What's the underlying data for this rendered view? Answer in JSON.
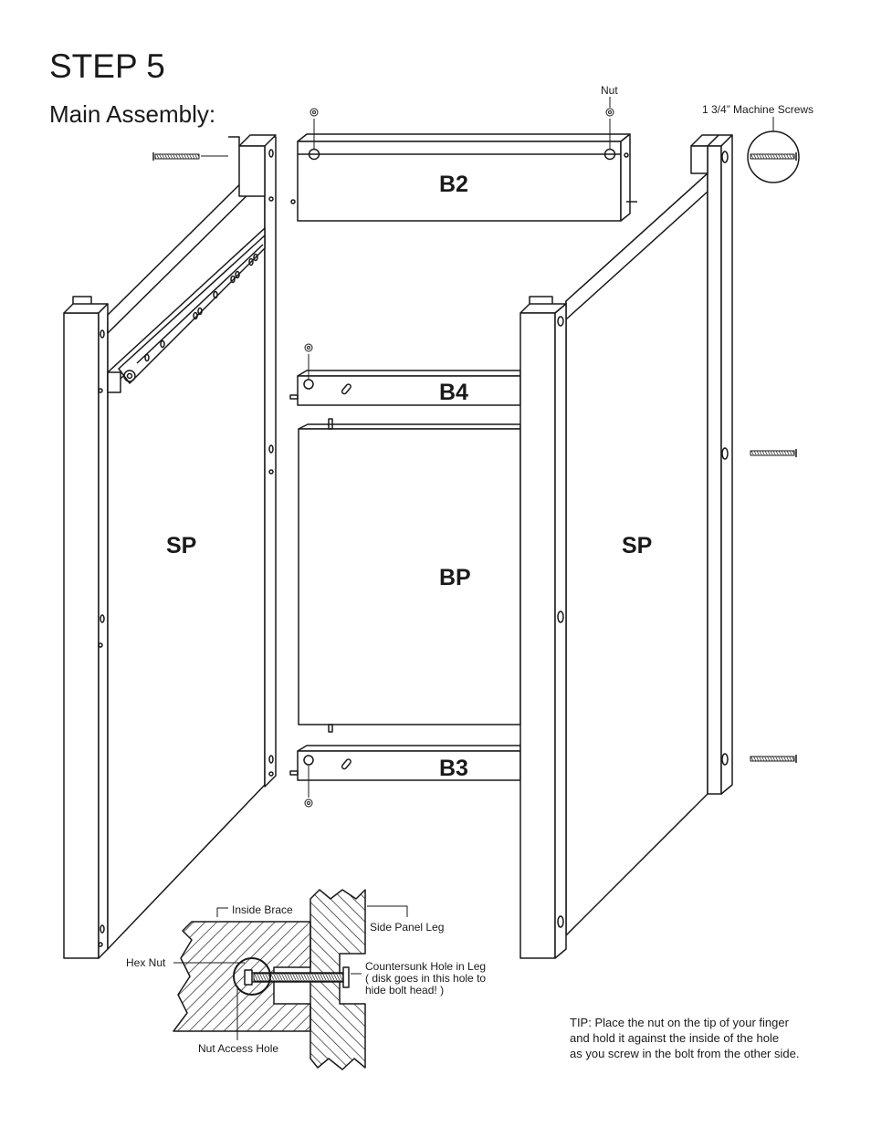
{
  "header": {
    "step": "STEP 5",
    "section": "Main Assembly:"
  },
  "parts": {
    "b2": "B2",
    "b4": "B4",
    "bp": "BP",
    "b3": "B3",
    "sp_left": "SP",
    "sp_right": "SP"
  },
  "labels": {
    "nut": "Nut",
    "machine_screws": "1 3/4” Machine Screws",
    "inside_brace": "Inside Brace",
    "side_panel_leg": "Side Panel Leg",
    "hex_nut": "Hex Nut",
    "countersunk": "Countersunk Hole in Leg\n( disk goes in this hole to\nhide bolt head! )",
    "nut_access_hole": "Nut Access Hole"
  },
  "tip": "TIP: Place the nut on the tip of your finger\nand hold it against the inside of the hole\nas you screw in the bolt from the other side."
}
